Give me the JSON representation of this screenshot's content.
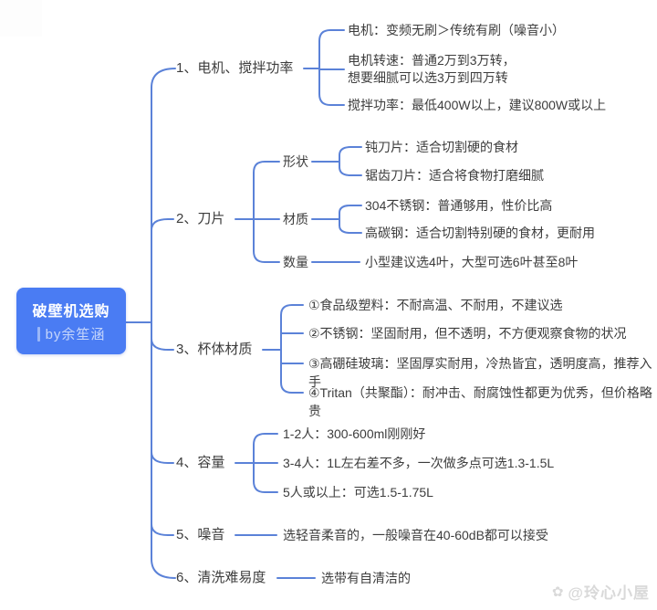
{
  "colors": {
    "accent": "#4a7cf3",
    "line": "#5b82d8",
    "text": "#3d3d3d",
    "watermark": "#d9d9d9"
  },
  "root": {
    "title": "破壁机选购",
    "author": "by余笙涵"
  },
  "branches": [
    {
      "label": "1、电机、搅拌功率",
      "leaves": [
        "电机：变频无刷＞传统有刷（噪音小）",
        "电机转速：普通2万到3万转，\n想要细腻可以选3万到四万转",
        "搅拌功率：最低400W以上，建议800W或以上"
      ]
    },
    {
      "label": "2、刀片",
      "groups": [
        {
          "label": "形状",
          "leaves": [
            "钝刀片：适合切割硬的食材",
            "锯齿刀片：适合将食物打磨细腻"
          ]
        },
        {
          "label": "材质",
          "leaves": [
            "304不锈钢：普通够用，性价比高",
            "高碳钢：适合切割特别硬的食材，更耐用"
          ]
        },
        {
          "label": "数量",
          "leaves": [
            "小型建议选4叶，大型可选6叶甚至8叶"
          ]
        }
      ]
    },
    {
      "label": "3、杯体材质",
      "leaves": [
        "①食品级塑料：不耐高温、不耐用，不建议选",
        "②不锈钢：坚固耐用，但不透明，不方便观察食物的状况",
        "③高硼硅玻璃：坚固厚实耐用，冷热皆宜，透明度高，推荐入手",
        "④Tritan（共聚酯）：耐冲击、耐腐蚀性都更为优秀，但价格略贵"
      ]
    },
    {
      "label": "4、容量",
      "leaves": [
        "1-2人：300-600ml刚刚好",
        "3-4人：1L左右差不多，一次做多点可选1.3-1.5L",
        "5人或以上：可选1.5-1.75L"
      ]
    },
    {
      "label": "5、噪音",
      "leaves": [
        "选轻音柔音的，一般噪音在40-60dB都可以接受"
      ]
    },
    {
      "label": "6、清洗难易度",
      "leaves": [
        "选带有自清洁的"
      ]
    }
  ],
  "watermark": {
    "icon": "✿",
    "label": "@玲心小屋"
  }
}
